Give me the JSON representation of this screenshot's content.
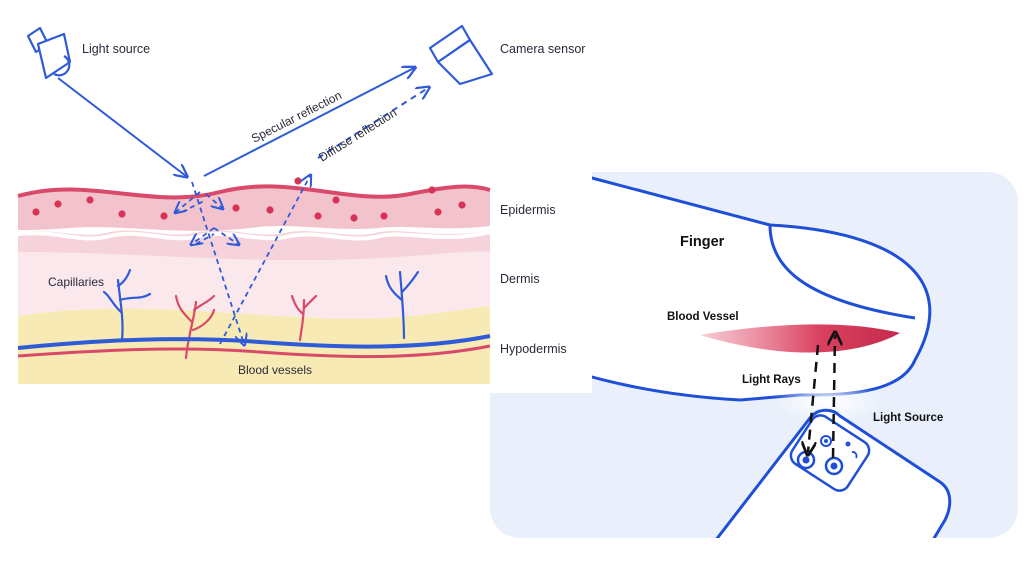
{
  "skin_diagram": {
    "light_source_label": "Light source",
    "camera_sensor_label": "Camera sensor",
    "specular_reflection_label": "Specular reflection",
    "diffuse_reflection_label": "Diffuse reflection",
    "epidermis_label": "Epidermis",
    "dermis_label": "Dermis",
    "hypodermis_label": "Hypodermis",
    "capillaries_label": "Capillaries",
    "blood_vessels_label": "Blood vessels"
  },
  "finger_diagram": {
    "finger_label": "Finger",
    "blood_vessel_label": "Blood Vessel",
    "light_rays_label": "Light Rays",
    "light_source_label": "Light Source"
  },
  "colors": {
    "accent_blue": "#2f5bd9",
    "epidermis_pink": "#f3c3cd",
    "skin_red": "#d94a6a",
    "dermis_pink": "#fbe8ed",
    "hypodermis_yellow": "#f8eab4",
    "panel_bg": "#e9f0fb"
  }
}
